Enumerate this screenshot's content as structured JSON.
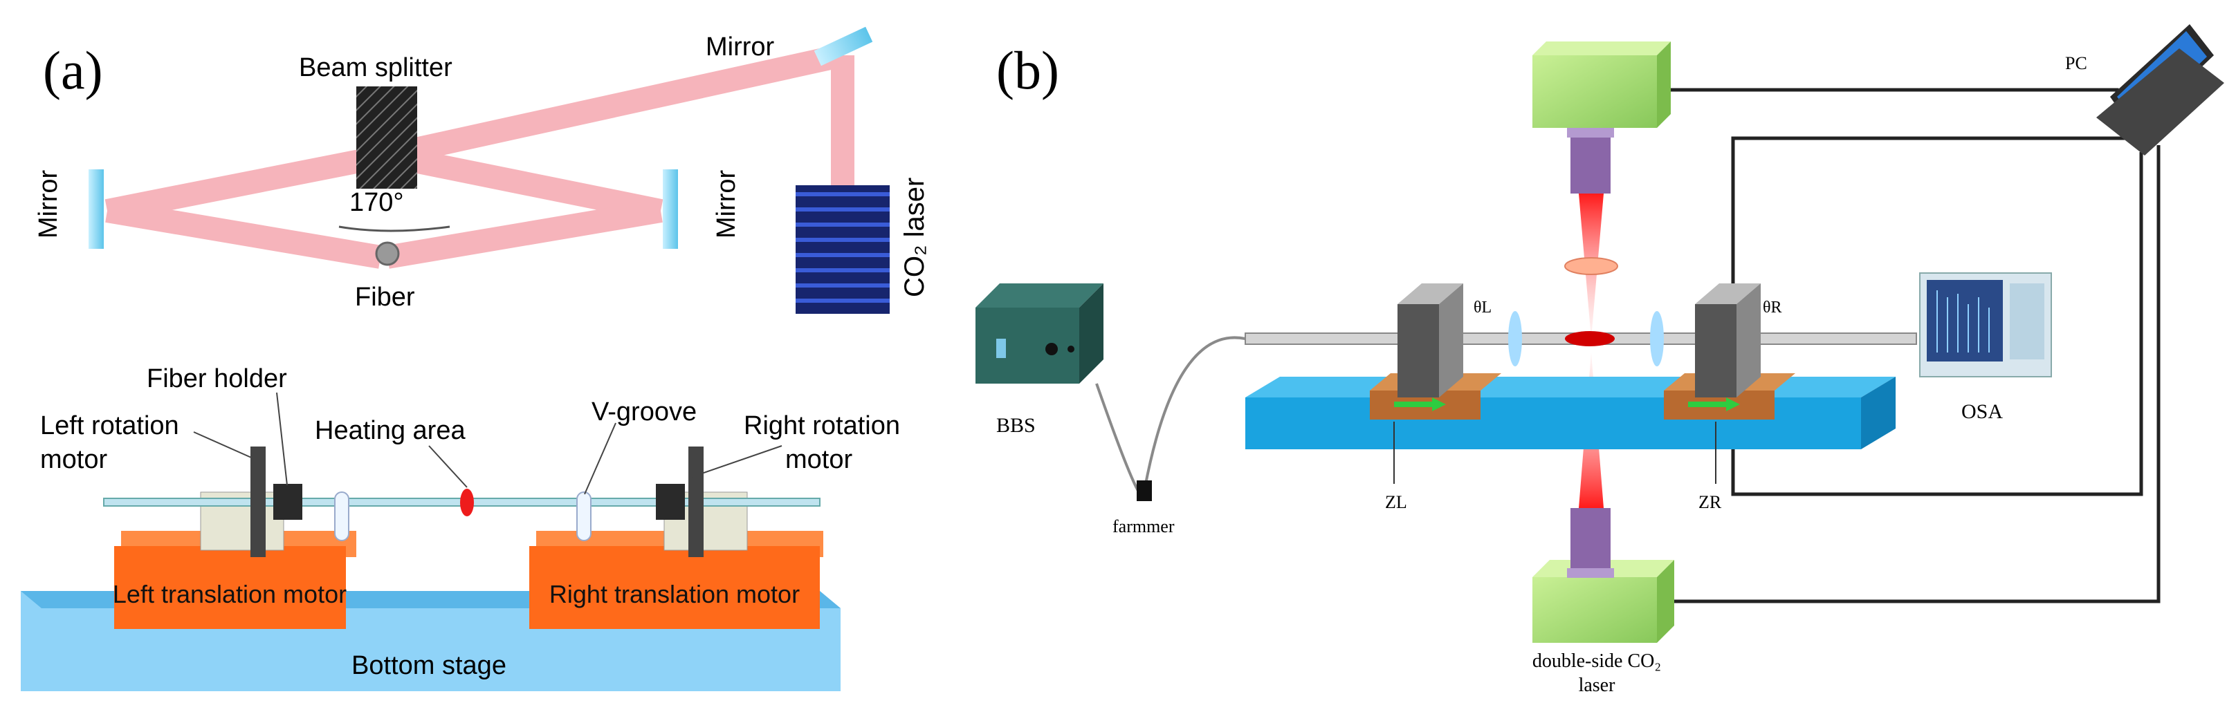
{
  "panel_a": {
    "tag": "(a)",
    "labels": {
      "mirror_top": "Mirror",
      "beam_splitter": "Beam splitter",
      "mirror_left": "Mirror",
      "mirror_right": "Mirror",
      "angle": "170°",
      "fiber": "Fiber",
      "co2_laser": "CO₂ laser",
      "fiber_holder": "Fiber holder",
      "left_rotation_motor_line1": "Left rotation",
      "left_rotation_motor_line2": "motor",
      "heating_area": "Heating area",
      "v_groove": "V-groove",
      "right_rotation_motor_line1": "Right rotation",
      "right_rotation_motor_line2": "motor",
      "left_translation_motor": "Left translation motor",
      "right_translation_motor": "Right translation motor",
      "bottom_stage": "Bottom stage"
    }
  },
  "panel_b": {
    "tag": "(b)",
    "labels": {
      "pc": "PC",
      "bbs": "BBS",
      "osa": "OSA",
      "farmmer": "farmmer",
      "theta_l": "θL",
      "theta_r": "θR",
      "z_l": "ZL",
      "z_r": "ZR",
      "double_side_line1": "double-side CO₂",
      "double_side_line2": "laser"
    }
  },
  "colors": {
    "beam": "#f4a0a8",
    "mirror": "#7fd6f2",
    "laser_block": "#1a2f8c",
    "motor_orange": "#ff6a1a",
    "stage_blue": "#8fd3f8",
    "green_laser": "#a8e070",
    "red_beam": "#ee1c1c",
    "bench_blue": "#1aa3e0"
  }
}
